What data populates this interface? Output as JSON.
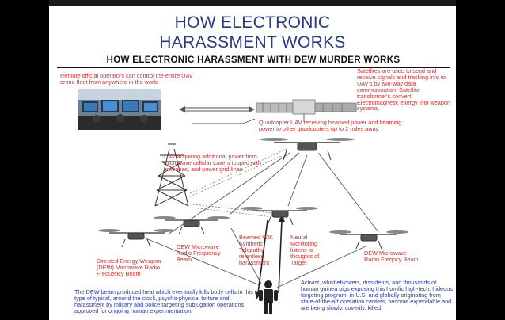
{
  "slide": {
    "title_line1": "HOW ELECTRONIC",
    "title_line2": "HARASSMENT WORKS",
    "subtitle": "HOW ELECTRONIC HARASSMENT WITH DEW MURDER WORKS"
  },
  "labels": {
    "operators": "Remote official operators can control the entire UAV drone fleet from anywhere in the world",
    "satellites": "Satellites are used to send and receive signals and tracking info to UAV's by two-way data communication. Satellite transformer's convert Electromagnetic energy into weapon systems.",
    "quadcopter": "Quadcopter UAV receiving beamed power and beaming power to other quadcopters up to 2 miles away",
    "tower": "UAV acquiring additional power from microwave cellular towers topped with antennas, and power grid lines",
    "dew_rf_beam": "DEW Microwave Radio Frequency Beam",
    "v2k": "Beamed V2K Synthetic Telepathy relentless harassment",
    "neural": "Neural Monitoring listens to thoughts of Target",
    "dew_freq_beam": "DEW Microwave Radio Freqncy Beam",
    "directed_energy": "Directed Energy Weapon (DEW) Microwave Radio Frequency Beam",
    "dew_beam_heat": "The DEW beam produced heat which eventually kills body cells in this type of typical, around the clock, psycho-physical torture and harassment by military and police targeting subjugation operations approved for ongoing human experimentation.",
    "activists": "Activist, whistleblowers, dissidents, and thousands of human guinea pigs exposing this horrific high-tech, hideous targeting program, in U.S. and globally originating from state-of-the-art operation centers, become expendable and are being slowly, covertly, killed."
  },
  "colors": {
    "red_text": "#c8302f",
    "blue_text": "#2a3aa8",
    "title": "#2a3a7a"
  }
}
